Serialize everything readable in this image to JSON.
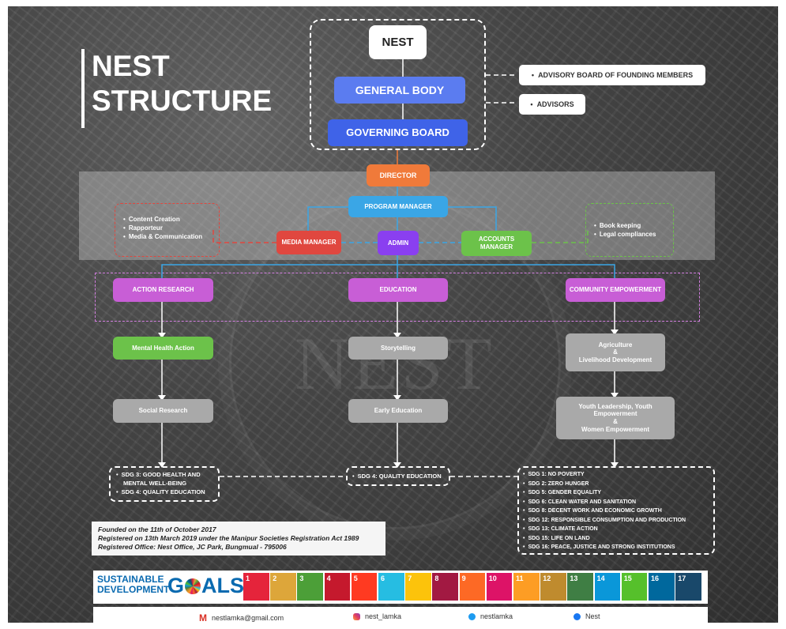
{
  "title": {
    "line1": "NEST",
    "line2": "STRUCTURE"
  },
  "watermark": "NEST",
  "top": {
    "nest": "NEST",
    "general_body": "GENERAL BODY",
    "governing_board": "GOVERNING BOARD",
    "advisory_board": "ADVISORY BOARD OF FOUNDING MEMBERS",
    "advisors": "ADVISORS"
  },
  "management": {
    "director": "DIRECTOR",
    "program_manager": "PROGRAM MANAGER",
    "media_manager": "MEDIA MANAGER",
    "admin": "ADMIN",
    "accounts_manager": "ACCOUNTS MANAGER",
    "media_tasks": [
      "Content Creation",
      "Rapporteur",
      "Media & Communication"
    ],
    "accounts_tasks": [
      "Book keeping",
      "Legal compliances"
    ]
  },
  "programs": {
    "action_research": "ACTION RESEARCH",
    "education": "EDUCATION",
    "community": "COMMUNITY EMPOWERMENT",
    "mental_health": "Mental Health Action",
    "social_research": "Social Research",
    "storytelling": "Storytelling",
    "early_education": "Early Education",
    "agriculture": [
      "Agriculture",
      "&",
      "Livelihood Development"
    ],
    "youth": [
      "Youth Leadership, Youth",
      "Empowerment",
      "&",
      "Women Empowerment"
    ]
  },
  "sdgs": {
    "left": [
      "SDG 3: GOOD HEALTH AND MENTAL WELL-BEING",
      "SDG 4: QUALITY EDUCATION"
    ],
    "middle": [
      "SDG 4: QUALITY EDUCATION"
    ],
    "right": [
      "SDG 1: NO POVERTY",
      "SDG 2: ZERO HUNGER",
      "SDG 5: GENDER EQUALITY",
      "SDG 6: CLEAN WATER AND SANITATION",
      "SDG 8: DECENT WORK AND ECONOMIC GROWTH",
      "SDG 12: RESPONSIBLE CONSUMPTION AND PRODUCTION",
      "SDG 13: CLIMATE ACTION",
      "SDG 15: LIFE ON LAND",
      "SDG 16: PEACE, JUSTICE AND STRONG INSTITUTIONS"
    ]
  },
  "info": [
    "Founded on the 11th of October 2017",
    "Registered on 13th March 2019 under the Manipur Societies Registration Act 1989",
    "Registered Office: Nest Office, JC Park, Bungmual - 795006"
  ],
  "banner": {
    "line1": "SUSTAINABLE",
    "line2": "DEVELOPMENT",
    "goals": "G",
    "goals_rest": "ALS",
    "tiles": [
      {
        "n": "1",
        "color": "#e5243b"
      },
      {
        "n": "2",
        "color": "#dda63a"
      },
      {
        "n": "3",
        "color": "#4c9f38"
      },
      {
        "n": "4",
        "color": "#c5192d"
      },
      {
        "n": "5",
        "color": "#ff3a21"
      },
      {
        "n": "6",
        "color": "#26bde2"
      },
      {
        "n": "7",
        "color": "#fcc30b"
      },
      {
        "n": "8",
        "color": "#a21942"
      },
      {
        "n": "9",
        "color": "#fd6925"
      },
      {
        "n": "10",
        "color": "#dd1367"
      },
      {
        "n": "11",
        "color": "#fd9d24"
      },
      {
        "n": "12",
        "color": "#bf8b2e"
      },
      {
        "n": "13",
        "color": "#3f7e44"
      },
      {
        "n": "14",
        "color": "#0a97d9"
      },
      {
        "n": "15",
        "color": "#56c02b"
      },
      {
        "n": "16",
        "color": "#00689d"
      },
      {
        "n": "17",
        "color": "#19486a"
      }
    ]
  },
  "footer": {
    "email": "nestlamka@gmail.com",
    "instagram": "nest_lamka",
    "twitter": "nestlamka",
    "facebook": "Nest"
  },
  "colors": {
    "blue": "#5b7cf0",
    "orange": "#f07a3a",
    "sky": "#3aa6e6",
    "red": "#e0473f",
    "purple": "#8a3ff0",
    "green": "#6cc24a",
    "magenta": "#c85ed6",
    "gray": "#a9a9a9"
  }
}
